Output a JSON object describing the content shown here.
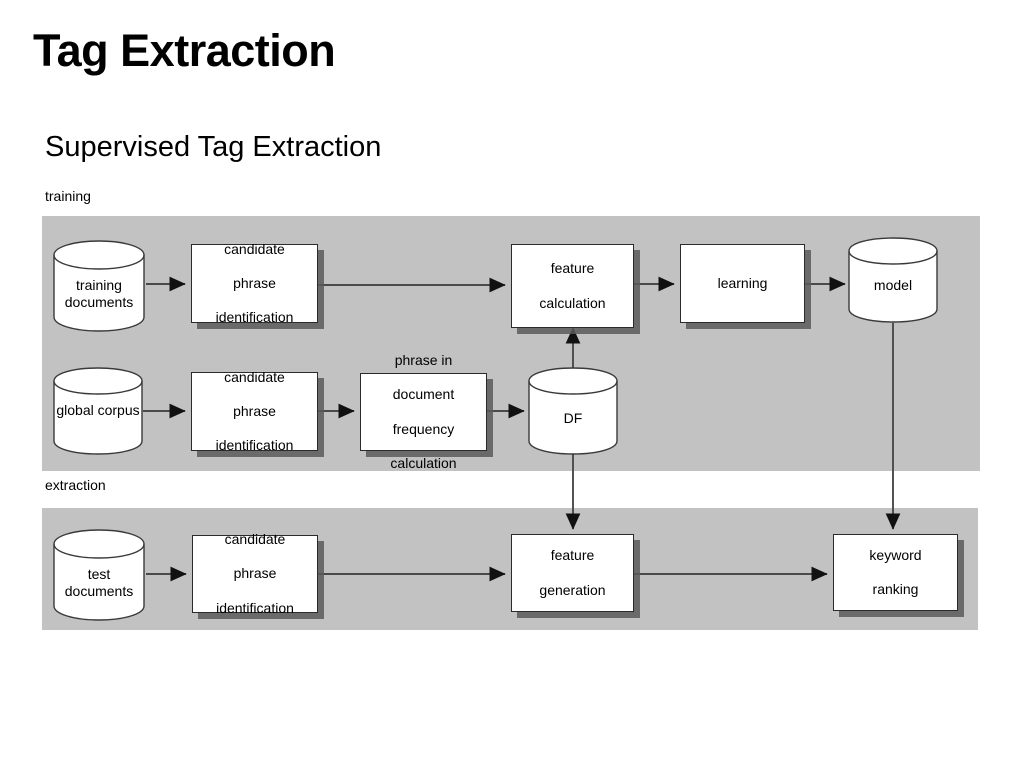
{
  "slide": {
    "title": "Tag Extraction",
    "subtitle": "Supervised Tag Extraction",
    "background_color": "#ffffff"
  },
  "diagram": {
    "title": "Supervised Tag Extraction pipeline",
    "panel_color": "#c2c2c2",
    "node_fill": "#ffffff",
    "node_stroke": "#2b2b2b",
    "shadow_color": "#5a5a5a",
    "panels": [
      {
        "id": "training",
        "label": "training"
      },
      {
        "id": "extraction",
        "label": "extraction"
      }
    ],
    "nodes": {
      "training_documents": {
        "label": "training\ndocuments",
        "line1": "training",
        "line2": "documents",
        "shape": "cylinder"
      },
      "cpi_training": {
        "line1": "candidate",
        "line2": "phrase",
        "line3": "identification",
        "shape": "box"
      },
      "feature_calculation": {
        "line1": "feature",
        "line2": "calculation",
        "shape": "box"
      },
      "learning": {
        "line1": "learning",
        "shape": "box"
      },
      "model": {
        "line1": "model",
        "shape": "cylinder"
      },
      "global_corpus": {
        "line1": "global",
        "line2": "corpus",
        "shape": "cylinder"
      },
      "cpi_global": {
        "line1": "candidate",
        "line2": "phrase",
        "line3": "identification",
        "shape": "box"
      },
      "phrase_in_document_frequency_calculation": {
        "line1": "phrase in",
        "line2": "document",
        "line3": "frequency",
        "line4": "calculation",
        "shape": "box"
      },
      "df": {
        "line1": "DF",
        "shape": "cylinder"
      },
      "test_documents": {
        "line1": "test",
        "line2": "documents",
        "shape": "cylinder"
      },
      "cpi_test": {
        "line1": "candidate",
        "line2": "phrase",
        "line3": "identification",
        "shape": "box"
      },
      "feature_generation": {
        "line1": "feature",
        "line2": "generation",
        "shape": "box"
      },
      "keyword_ranking": {
        "line1": "keyword",
        "line2": "ranking",
        "shape": "box"
      }
    },
    "edges": [
      {
        "from": "training_documents",
        "to": "cpi_training"
      },
      {
        "from": "cpi_training",
        "to": "feature_calculation"
      },
      {
        "from": "feature_calculation",
        "to": "learning"
      },
      {
        "from": "learning",
        "to": "model"
      },
      {
        "from": "global_corpus",
        "to": "cpi_global"
      },
      {
        "from": "cpi_global",
        "to": "phrase_in_document_frequency_calculation"
      },
      {
        "from": "phrase_in_document_frequency_calculation",
        "to": "df"
      },
      {
        "from": "df",
        "to": "feature_calculation"
      },
      {
        "from": "df",
        "to": "feature_generation"
      },
      {
        "from": "model",
        "to": "keyword_ranking"
      },
      {
        "from": "test_documents",
        "to": "cpi_test"
      },
      {
        "from": "cpi_test",
        "to": "feature_generation"
      },
      {
        "from": "feature_generation",
        "to": "keyword_ranking"
      }
    ]
  }
}
